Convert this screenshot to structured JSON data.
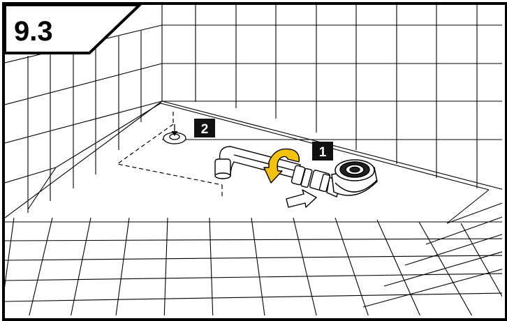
{
  "step": {
    "number": "9.3"
  },
  "callouts": [
    {
      "label": "1"
    },
    {
      "label": "2"
    }
  ],
  "colors": {
    "line": "#000000",
    "arrow": "#f2c20f",
    "background": "#ffffff",
    "callout_bg": "#111111",
    "callout_text": "#ffffff"
  },
  "icons": [
    "rotate-arrow-icon",
    "slide-arrow-icon",
    "drain-hole-icon"
  ]
}
